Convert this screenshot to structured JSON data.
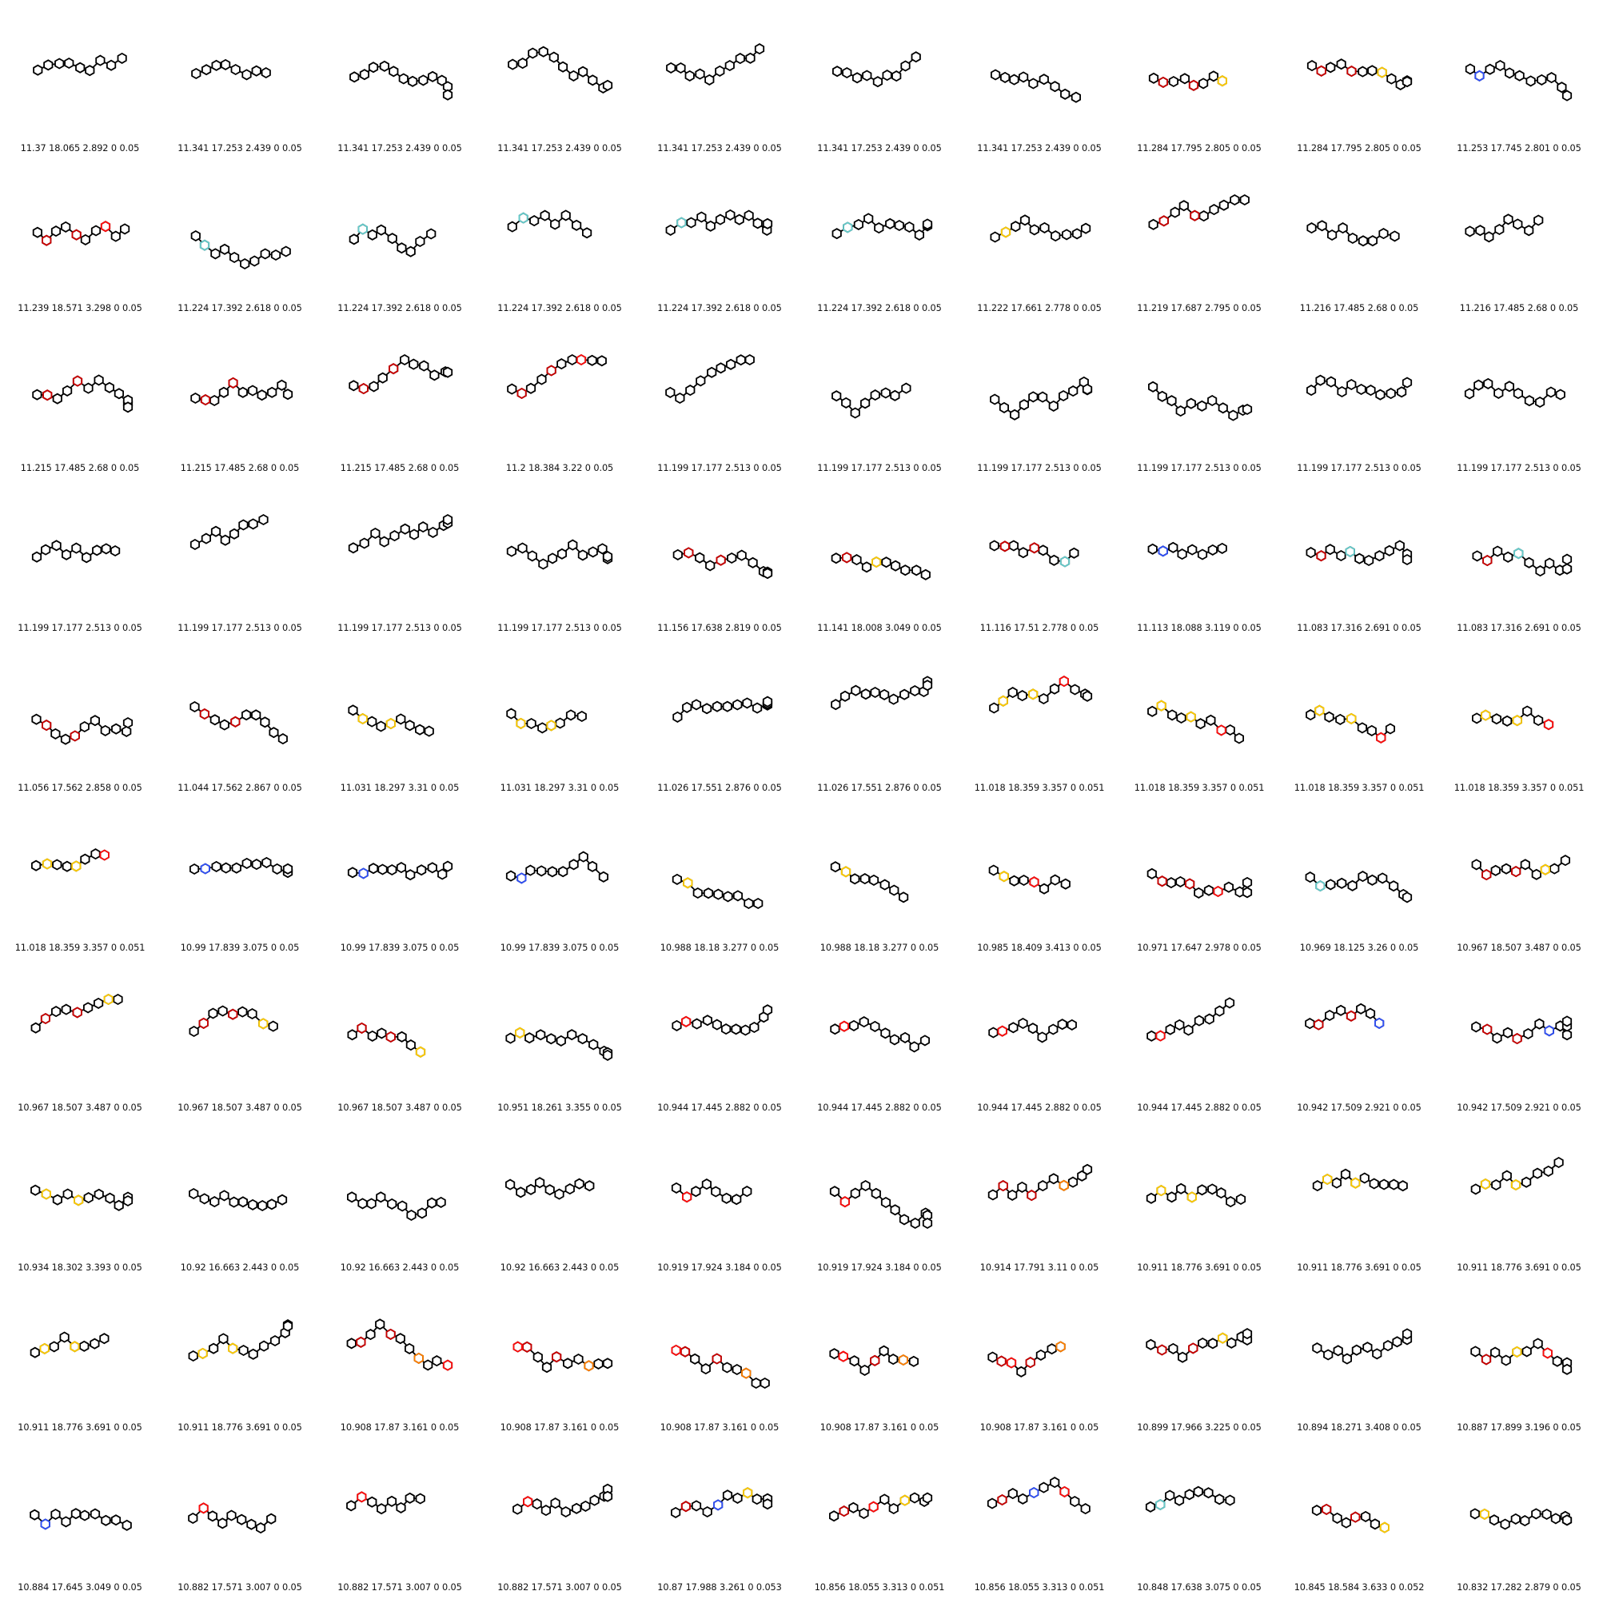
{
  "grid": {
    "columns": 10,
    "rows": 10,
    "cells": [
      {
        "caption": "11.37 18.065 2.892 0 0.05",
        "marks": []
      },
      {
        "caption": "11.341 17.253 2.439 0 0.05",
        "marks": []
      },
      {
        "caption": "11.341 17.253 2.439 0 0.05",
        "marks": []
      },
      {
        "caption": "11.341 17.253 2.439 0 0.05",
        "marks": []
      },
      {
        "caption": "11.341 17.253 2.439 0 0.05",
        "marks": []
      },
      {
        "caption": "11.341 17.253 2.439 0 0.05",
        "marks": []
      },
      {
        "caption": "11.341 17.253 2.439 0 0.05",
        "marks": []
      },
      {
        "caption": "11.284 17.795 2.805 0 0.05",
        "marks": [
          "#cc0000",
          "#cc0000",
          "#ffcc00"
        ]
      },
      {
        "caption": "11.284 17.795 2.805 0 0.05",
        "marks": [
          "#cc0000",
          "#cc0000",
          "#ffcc00"
        ]
      },
      {
        "caption": "11.253 17.745 2.801 0 0.05",
        "marks": [
          "#3050f8"
        ]
      },
      {
        "caption": "11.239 18.571 3.298 0 0.05",
        "marks": [
          "#cc0000",
          "#cc0000",
          "#ff0d0d"
        ]
      },
      {
        "caption": "11.224 17.392 2.618 0 0.05",
        "marks": [
          "#66cccc"
        ]
      },
      {
        "caption": "11.224 17.392 2.618 0 0.05",
        "marks": [
          "#66cccc"
        ]
      },
      {
        "caption": "11.224 17.392 2.618 0 0.05",
        "marks": [
          "#66cccc"
        ]
      },
      {
        "caption": "11.224 17.392 2.618 0 0.05",
        "marks": [
          "#66cccc"
        ]
      },
      {
        "caption": "11.224 17.392 2.618 0 0.05",
        "marks": [
          "#66cccc"
        ]
      },
      {
        "caption": "11.222 17.661 2.778 0 0.05",
        "marks": [
          "#ffcc00"
        ]
      },
      {
        "caption": "11.219 17.687 2.795 0 0.05",
        "marks": [
          "#cc0000",
          "#cc0000"
        ]
      },
      {
        "caption": "11.216 17.485 2.68 0 0.05",
        "marks": []
      },
      {
        "caption": "11.216 17.485 2.68 0 0.05",
        "marks": []
      },
      {
        "caption": "11.215 17.485 2.68 0 0.05",
        "marks": [
          "#cc0000",
          "#cc0000"
        ]
      },
      {
        "caption": "11.215 17.485 2.68 0 0.05",
        "marks": [
          "#cc0000",
          "#cc0000"
        ]
      },
      {
        "caption": "11.215 17.485 2.68 0 0.05",
        "marks": [
          "#cc0000",
          "#cc0000"
        ]
      },
      {
        "caption": "11.2 18.384 3.22 0 0.05",
        "marks": [
          "#cc0000",
          "#cc0000",
          "#ff0d0d"
        ]
      },
      {
        "caption": "11.199 17.177 2.513 0 0.05",
        "marks": []
      },
      {
        "caption": "11.199 17.177 2.513 0 0.05",
        "marks": []
      },
      {
        "caption": "11.199 17.177 2.513 0 0.05",
        "marks": []
      },
      {
        "caption": "11.199 17.177 2.513 0 0.05",
        "marks": []
      },
      {
        "caption": "11.199 17.177 2.513 0 0.05",
        "marks": []
      },
      {
        "caption": "11.199 17.177 2.513 0 0.05",
        "marks": []
      },
      {
        "caption": "11.199 17.177 2.513 0 0.05",
        "marks": []
      },
      {
        "caption": "11.199 17.177 2.513 0 0.05",
        "marks": []
      },
      {
        "caption": "11.199 17.177 2.513 0 0.05",
        "marks": []
      },
      {
        "caption": "11.199 17.177 2.513 0 0.05",
        "marks": []
      },
      {
        "caption": "11.156 17.638 2.819 0 0.05",
        "marks": [
          "#cc0000",
          "#cc0000"
        ]
      },
      {
        "caption": "11.141 18.008 3.049 0 0.05",
        "marks": [
          "#cc0000",
          "#ffcc00"
        ]
      },
      {
        "caption": "11.116 17.51 2.778 0 0.05",
        "marks": [
          "#cc0000",
          "#cc0000",
          "#66cccc"
        ]
      },
      {
        "caption": "11.113 18.088 3.119 0 0.05",
        "marks": [
          "#3050f8"
        ]
      },
      {
        "caption": "11.083 17.316 2.691 0 0.05",
        "marks": [
          "#cc0000",
          "#66cccc"
        ]
      },
      {
        "caption": "11.083 17.316 2.691 0 0.05",
        "marks": [
          "#cc0000",
          "#66cccc"
        ]
      },
      {
        "caption": "11.056 17.562 2.858 0 0.05",
        "marks": [
          "#cc0000",
          "#cc0000"
        ]
      },
      {
        "caption": "11.044 17.562 2.867 0 0.05",
        "marks": [
          "#cc0000",
          "#cc0000"
        ]
      },
      {
        "caption": "11.031 18.297 3.31 0 0.05",
        "marks": [
          "#ffcc00",
          "#ffcc00"
        ]
      },
      {
        "caption": "11.031 18.297 3.31 0 0.05",
        "marks": [
          "#ffcc00",
          "#ffcc00"
        ]
      },
      {
        "caption": "11.026 17.551 2.876 0 0.05",
        "marks": []
      },
      {
        "caption": "11.026 17.551 2.876 0 0.05",
        "marks": []
      },
      {
        "caption": "11.018 18.359 3.357 0 0.051",
        "marks": [
          "#ffcc00",
          "#ffcc00",
          "#ff0d0d"
        ]
      },
      {
        "caption": "11.018 18.359 3.357 0 0.051",
        "marks": [
          "#ffcc00",
          "#ffcc00",
          "#ff0d0d"
        ]
      },
      {
        "caption": "11.018 18.359 3.357 0 0.051",
        "marks": [
          "#ffcc00",
          "#ffcc00",
          "#ff0d0d"
        ]
      },
      {
        "caption": "11.018 18.359 3.357 0 0.051",
        "marks": [
          "#ffcc00",
          "#ffcc00",
          "#ff0d0d"
        ]
      },
      {
        "caption": "11.018 18.359 3.357 0 0.051",
        "marks": [
          "#ffcc00",
          "#ffcc00",
          "#ff0d0d"
        ]
      },
      {
        "caption": "10.99 17.839 3.075 0 0.05",
        "marks": [
          "#3050f8"
        ]
      },
      {
        "caption": "10.99 17.839 3.075 0 0.05",
        "marks": [
          "#3050f8"
        ]
      },
      {
        "caption": "10.99 17.839 3.075 0 0.05",
        "marks": [
          "#3050f8"
        ]
      },
      {
        "caption": "10.988 18.18 3.277 0 0.05",
        "marks": [
          "#ffcc00"
        ]
      },
      {
        "caption": "10.988 18.18 3.277 0 0.05",
        "marks": [
          "#ffcc00"
        ]
      },
      {
        "caption": "10.985 18.409 3.413 0 0.05",
        "marks": [
          "#ffcc00",
          "#ff0d0d"
        ]
      },
      {
        "caption": "10.971 17.647 2.978 0 0.05",
        "marks": [
          "#cc0000",
          "#cc0000",
          "#ff0d0d"
        ]
      },
      {
        "caption": "10.969 18.125 3.26 0 0.05",
        "marks": [
          "#66cccc"
        ]
      },
      {
        "caption": "10.967 18.507 3.487 0 0.05",
        "marks": [
          "#cc0000",
          "#cc0000",
          "#ffcc00"
        ]
      },
      {
        "caption": "10.967 18.507 3.487 0 0.05",
        "marks": [
          "#cc0000",
          "#cc0000",
          "#ffcc00"
        ]
      },
      {
        "caption": "10.967 18.507 3.487 0 0.05",
        "marks": [
          "#cc0000",
          "#cc0000",
          "#ffcc00"
        ]
      },
      {
        "caption": "10.967 18.507 3.487 0 0.05",
        "marks": [
          "#cc0000",
          "#cc0000",
          "#ffcc00"
        ]
      },
      {
        "caption": "10.951 18.261 3.355 0 0.05",
        "marks": [
          "#ffcc00"
        ]
      },
      {
        "caption": "10.944 17.445 2.882 0 0.05",
        "marks": [
          "#ff0d0d"
        ]
      },
      {
        "caption": "10.944 17.445 2.882 0 0.05",
        "marks": [
          "#ff0d0d"
        ]
      },
      {
        "caption": "10.944 17.445 2.882 0 0.05",
        "marks": [
          "#ff0d0d"
        ]
      },
      {
        "caption": "10.944 17.445 2.882 0 0.05",
        "marks": [
          "#ff0d0d"
        ]
      },
      {
        "caption": "10.942 17.509 2.921 0 0.05",
        "marks": [
          "#cc0000",
          "#cc0000",
          "#3050f8"
        ]
      },
      {
        "caption": "10.942 17.509 2.921 0 0.05",
        "marks": [
          "#cc0000",
          "#cc0000",
          "#3050f8"
        ]
      },
      {
        "caption": "10.934 18.302 3.393 0 0.05",
        "marks": [
          "#ffcc00",
          "#ffcc00"
        ]
      },
      {
        "caption": "10.92 16.663 2.443 0 0.05",
        "marks": []
      },
      {
        "caption": "10.92 16.663 2.443 0 0.05",
        "marks": []
      },
      {
        "caption": "10.92 16.663 2.443 0 0.05",
        "marks": []
      },
      {
        "caption": "10.919 17.924 3.184 0 0.05",
        "marks": [
          "#ff0d0d"
        ]
      },
      {
        "caption": "10.919 17.924 3.184 0 0.05",
        "marks": [
          "#ff0d0d"
        ]
      },
      {
        "caption": "10.914 17.791 3.11 0 0.05",
        "marks": [
          "#cc0000",
          "#cc0000",
          "#ff8000"
        ]
      },
      {
        "caption": "10.911 18.776 3.691 0 0.05",
        "marks": [
          "#ffcc00",
          "#ffcc00"
        ]
      },
      {
        "caption": "10.911 18.776 3.691 0 0.05",
        "marks": [
          "#ffcc00",
          "#ffcc00"
        ]
      },
      {
        "caption": "10.911 18.776 3.691 0 0.05",
        "marks": [
          "#ffcc00",
          "#ffcc00"
        ]
      },
      {
        "caption": "10.911 18.776 3.691 0 0.05",
        "marks": [
          "#ffcc00",
          "#ffcc00"
        ]
      },
      {
        "caption": "10.911 18.776 3.691 0 0.05",
        "marks": [
          "#ffcc00",
          "#ffcc00"
        ]
      },
      {
        "caption": "10.908 17.87 3.161 0 0.05",
        "marks": [
          "#cc0000",
          "#cc0000",
          "#ff8000",
          "#ff0d0d"
        ]
      },
      {
        "caption": "10.908 17.87 3.161 0 0.05",
        "marks": [
          "#cc0000",
          "#cc0000",
          "#ff8000",
          "#ff0d0d"
        ]
      },
      {
        "caption": "10.908 17.87 3.161 0 0.05",
        "marks": [
          "#cc0000",
          "#cc0000",
          "#ff8000",
          "#ff0d0d"
        ]
      },
      {
        "caption": "10.908 17.87 3.161 0 0.05",
        "marks": [
          "#cc0000",
          "#cc0000",
          "#ff8000",
          "#ff0d0d"
        ]
      },
      {
        "caption": "10.908 17.87 3.161 0 0.05",
        "marks": [
          "#cc0000",
          "#cc0000",
          "#ff8000",
          "#ff0d0d"
        ]
      },
      {
        "caption": "10.899 17.966 3.225 0 0.05",
        "marks": [
          "#cc0000",
          "#cc0000",
          "#ffcc00"
        ]
      },
      {
        "caption": "10.894 18.271 3.408 0 0.05",
        "marks": []
      },
      {
        "caption": "10.887 17.899 3.196 0 0.05",
        "marks": [
          "#cc0000",
          "#ffcc00",
          "#ff0d0d"
        ]
      },
      {
        "caption": "10.884 17.645 3.049 0 0.05",
        "marks": [
          "#3050f8"
        ]
      },
      {
        "caption": "10.882 17.571 3.007 0 0.05",
        "marks": [
          "#ff0d0d"
        ]
      },
      {
        "caption": "10.882 17.571 3.007 0 0.05",
        "marks": [
          "#ff0d0d"
        ]
      },
      {
        "caption": "10.882 17.571 3.007 0 0.05",
        "marks": [
          "#ff0d0d"
        ]
      },
      {
        "caption": "10.87 17.988 3.261 0 0.053",
        "marks": [
          "#cc0000",
          "#3050f8",
          "#ffcc00"
        ]
      },
      {
        "caption": "10.856 18.055 3.313 0 0.051",
        "marks": [
          "#cc0000",
          "#ff0d0d",
          "#ffcc00"
        ]
      },
      {
        "caption": "10.856 18.055 3.313 0 0.051",
        "marks": [
          "#cc0000",
          "#3050f8",
          "#ff0d0d"
        ]
      },
      {
        "caption": "10.848 17.638 3.075 0 0.05",
        "marks": [
          "#66cccc"
        ]
      },
      {
        "caption": "10.845 18.584 3.633 0 0.052",
        "marks": [
          "#cc0000",
          "#cc0000",
          "#ffcc00"
        ]
      },
      {
        "caption": "10.832 17.282 2.879 0 0.05",
        "marks": [
          "#ffcc00"
        ]
      }
    ]
  }
}
